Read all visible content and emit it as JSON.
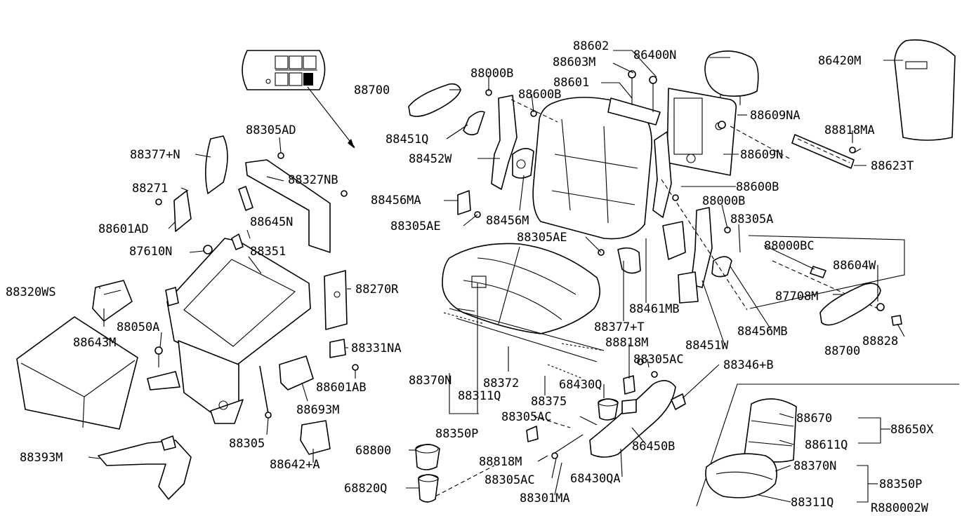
{
  "diagram": {
    "ref_code": "R880002W",
    "labels": {
      "p88602": "88602",
      "p86400N": "86400N",
      "p88603M": "88603M",
      "p86420M": "86420M",
      "p88000B": "88000B",
      "p88601": "88601",
      "p88700": "88700",
      "p88600B_top": "88600B",
      "p88609NA": "88609NA",
      "p88818MA": "88818MA",
      "p88305AD": "88305AD",
      "p88451Q": "88451Q",
      "p88377N": "88377+N",
      "p88609N": "88609N",
      "p88623T": "88623T",
      "p88452W": "88452W",
      "p88327NB": "88327NB",
      "p88271": "88271",
      "p88600B_mid": "88600B",
      "p88456MA": "88456MA",
      "p88000B_mid": "88000B",
      "p88601AD": "88601AD",
      "p88305AE_a": "88305AE",
      "p88456M": "88456M",
      "p88645N": "88645N",
      "p88305A": "88305A",
      "p88305AE_b": "88305AE",
      "p88000BC": "88000BC",
      "p87610N": "87610N",
      "p88351": "88351",
      "p88604W": "88604W",
      "p88320WS": "88320WS",
      "p88270R": "88270R",
      "p87708M": "87708M",
      "p88461MB": "88461MB",
      "p88050A": "88050A",
      "p88377T": "88377+T",
      "p88456MB": "88456MB",
      "p88643M": "88643M",
      "p88818M_a": "88818M",
      "p88451W": "88451W",
      "p88700_b": "88700",
      "p88828": "88828",
      "p88331NA": "88331NA",
      "p88305AC_a": "88305AC",
      "p88346B": "88346+B",
      "p88370N": "88370N",
      "p88372": "88372",
      "p68430Q": "68430Q",
      "p88601AB": "88601AB",
      "p88311Q": "88311Q",
      "p88375": "88375",
      "p88693M": "88693M",
      "p88305AC_b": "88305AC",
      "p88670": "88670",
      "p88650X": "88650X",
      "p88350P": "88350P",
      "p88305": "88305",
      "p86450B": "86450B",
      "p88611Q": "88611Q",
      "p68800": "68800",
      "p88393M": "88393M",
      "p88642A": "88642+A",
      "p88818M_b": "88818M",
      "p88370N_b": "88370N",
      "p68430QA": "68430QA",
      "p88350P_b": "88350P",
      "p68820Q": "68820Q",
      "p88305AC_c": "88305AC",
      "p88301MA": "88301MA",
      "p88311Q_b": "88311Q",
      "ref": "R880002W"
    }
  }
}
